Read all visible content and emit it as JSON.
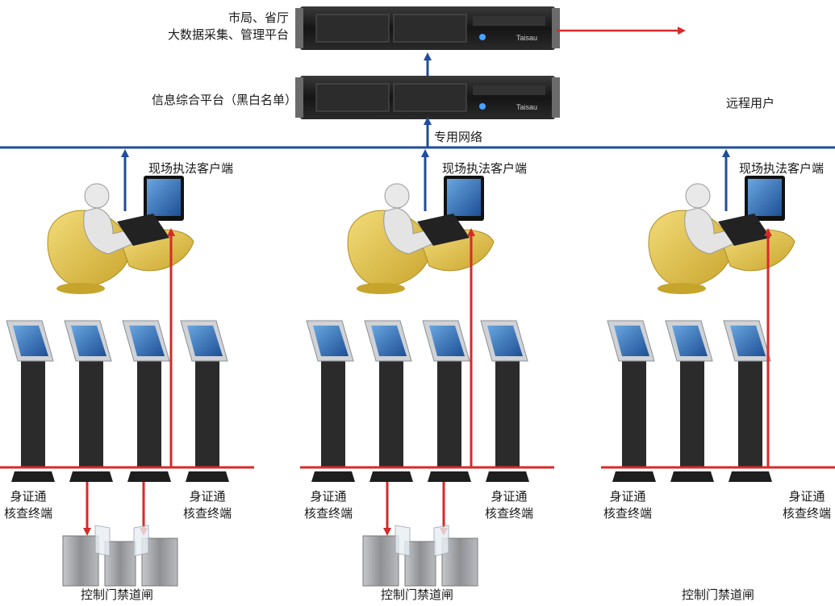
{
  "colors": {
    "network_line": "#1f4e9a",
    "feed_line": "#d62a2a",
    "chair": "#e8c64b",
    "kiosk_body": "#2b2b2b",
    "screen": "#2f6db5",
    "gate_metal": "#a7a9ad",
    "server_body": "#1c1c1c"
  },
  "servers": {
    "top_label_line1": "市局、省厅",
    "top_label_line2": "大数据采集、管理平台",
    "middle_label": "信息综合平台（黑白名单）",
    "brand": "Taisau"
  },
  "network": {
    "label": "专用网络",
    "remote_user_label": "远程用户"
  },
  "clients": [
    {
      "label": "现场执法客户端"
    },
    {
      "label": "现场执法客户端"
    },
    {
      "label": "现场执法客户端"
    }
  ],
  "terminals": {
    "left_line1": "身证通",
    "left_line2": "核查终端",
    "right_line1": "身证通",
    "right_line2": "核查终端"
  },
  "groups": [
    {
      "left_term_l1": "身证通",
      "left_term_l2": "核查终端",
      "right_term_l1": "身证通",
      "right_term_l2": "核查终端",
      "gate_label": "控制门禁道闸"
    },
    {
      "left_term_l1": "身证通",
      "left_term_l2": "核查终端",
      "right_term_l1": "身证通",
      "right_term_l2": "核查终端",
      "gate_label": "控制门禁道闸"
    },
    {
      "left_term_l1": "身证通",
      "left_term_l2": "核查终端",
      "right_term_l1": "身证通",
      "right_term_l2": "核查终端",
      "gate_label": "控制门禁道闸"
    }
  ]
}
